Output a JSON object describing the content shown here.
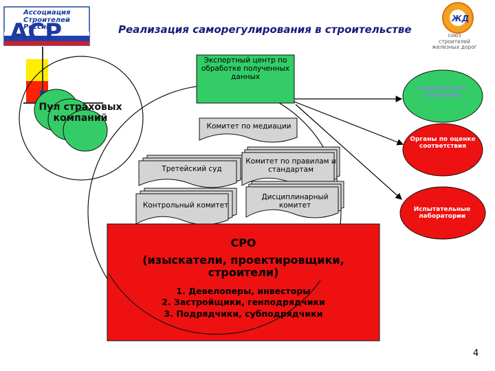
{
  "header": {
    "title": "Реализация саморегулирования в строительстве",
    "logo_left": "Ассоциация Строителей России",
    "logo_left_letters": "АСР",
    "logo_right_caption": "союз строителей железных дорог",
    "logo_right_letters": "ЖД"
  },
  "diagram": {
    "expert_center": "Экспертный центр по обработке полученных данных",
    "mediation": "Комитет по медиации",
    "arbitration": "Третейский суд",
    "rules": "Комитет по правилам и стандартам",
    "control": "Контрольный комитет",
    "discipline": "Дисциплинарный комитет",
    "insurance_pool": "Пул страховых компаний",
    "auditors": "Аудиторские компании",
    "organs": "Органы по оценке соответствия",
    "labs": "Испытательные лаборатории",
    "sro": {
      "title": "СРО",
      "subtitle": "(изыскатели, проектировщики, строители)",
      "items": [
        "1.   Девелоперы, инвесторы",
        "2.  Застройщики, генподрядчики",
        "3.  Подрядчики, субподрядчики"
      ]
    }
  },
  "colors": {
    "green": "#33cc66",
    "red": "#ee1111",
    "gray": "#d4d4d4",
    "title_blue": "#1a1a7a"
  },
  "page_number": "4"
}
